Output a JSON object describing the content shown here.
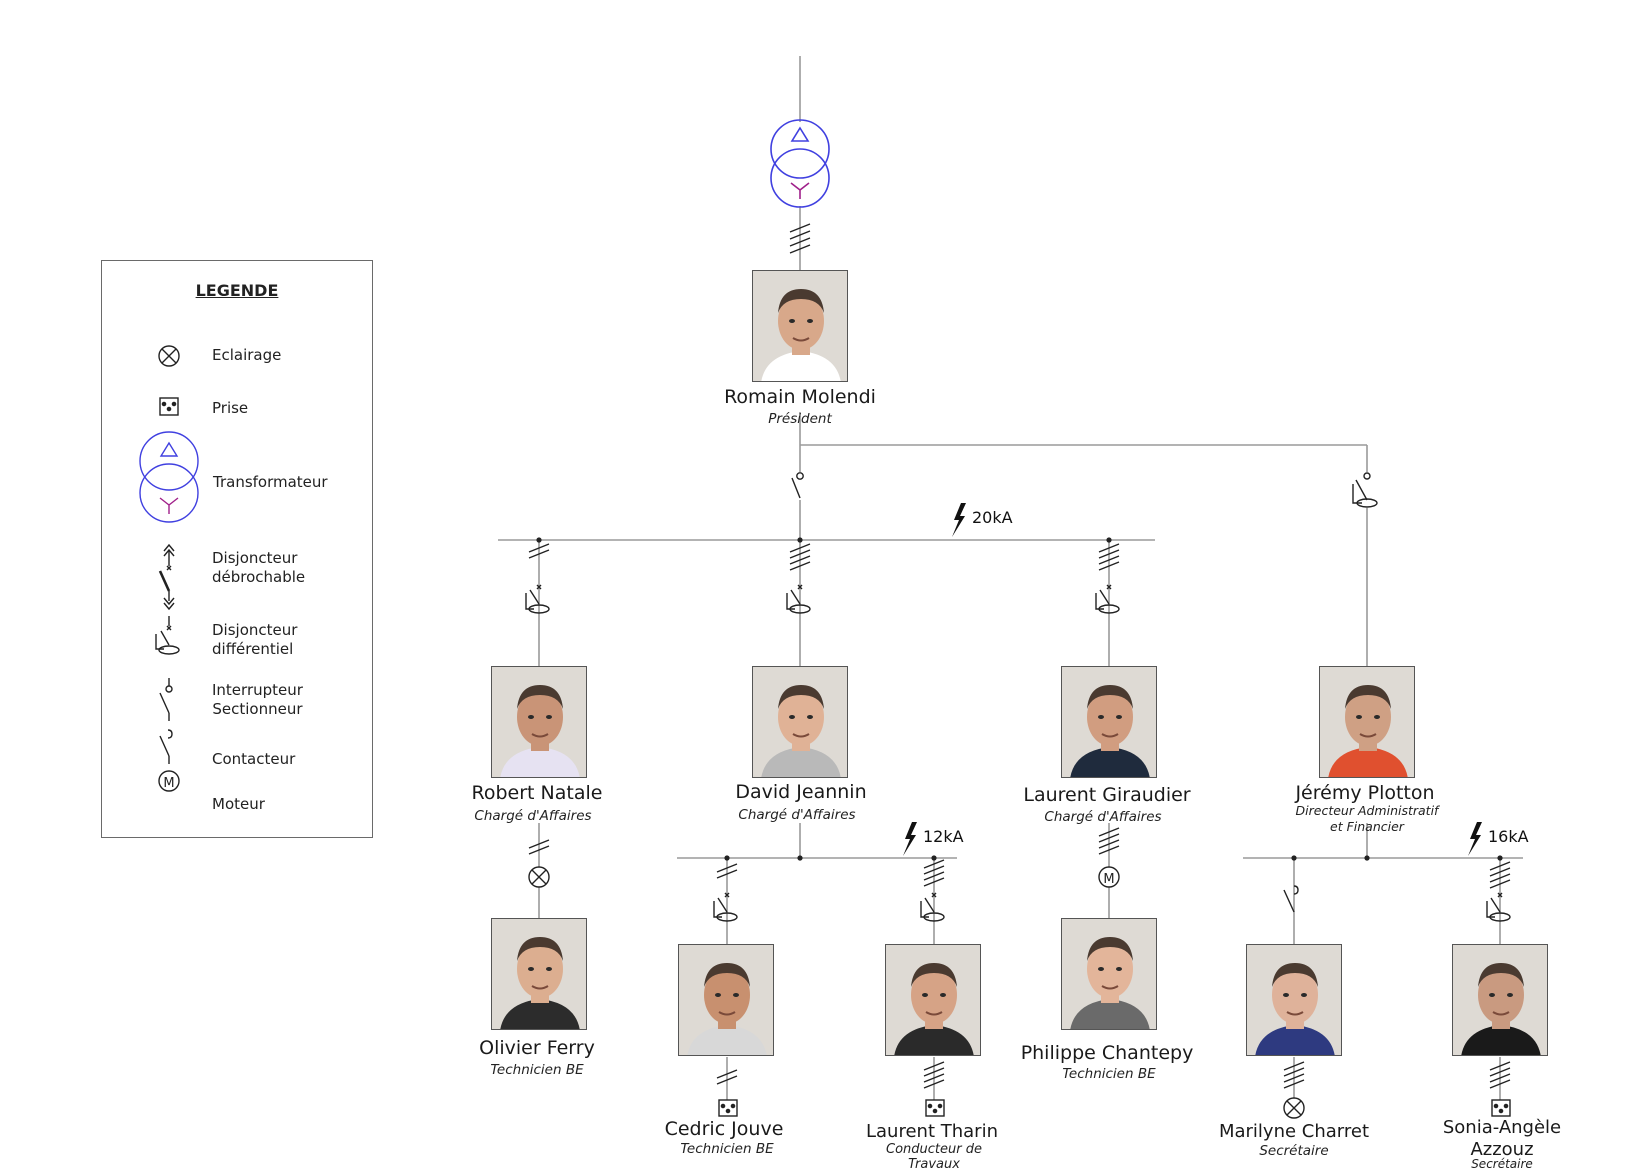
{
  "legend": {
    "title": "LEGENDE",
    "items": [
      {
        "icon": "lamp-icon",
        "label": "Eclairage"
      },
      {
        "icon": "socket-icon",
        "label": "Prise"
      },
      {
        "icon": "transformer-icon",
        "label": "Transformateur"
      },
      {
        "icon": "withdrawable-breaker-icon",
        "label_lines": [
          "Disjoncteur",
          "débrochable"
        ]
      },
      {
        "icon": "differential-breaker-icon",
        "label_lines": [
          "Disjoncteur",
          "différentiel"
        ]
      },
      {
        "icon": "switch-disconnector-icon",
        "label_lines": [
          "Interrupteur",
          "Sectionneur"
        ]
      },
      {
        "icon": "contactor-icon",
        "label": "Contacteur"
      },
      {
        "icon": "motor-icon",
        "label": "Moteur"
      }
    ]
  },
  "fault_levels": {
    "main": "20kA",
    "david_branch": "12kA",
    "jeremy_branch": "16kA"
  },
  "people": {
    "romain": {
      "name": "Romain Molendi",
      "role": "Président"
    },
    "robert": {
      "name": "Robert Natale",
      "role": "Chargé d'Affaires"
    },
    "david": {
      "name": "David Jeannin",
      "role": "Chargé d'Affaires"
    },
    "laurent_g": {
      "name": "Laurent Giraudier",
      "role": "Chargé d'Affaires"
    },
    "jeremy": {
      "name": "Jérémy Plotton",
      "role_lines": [
        "Directeur Administratif",
        "et Financier"
      ]
    },
    "olivier": {
      "name": "Olivier Ferry",
      "role": "Technicien BE"
    },
    "cedric": {
      "name": "Cedric Jouve",
      "role": "Technicien BE"
    },
    "laurent_t": {
      "name": "Laurent Tharin",
      "role_lines": [
        "Conducteur de",
        "Travaux"
      ]
    },
    "philippe": {
      "name": "Philippe Chantepy",
      "role": "Technicien BE"
    },
    "marilyne": {
      "name": "Marilyne Charret",
      "role": "Secrétaire"
    },
    "sonia": {
      "name_lines": [
        "Sonia-Angèle",
        "Azzouz"
      ],
      "role": "Secrétaire"
    }
  },
  "colors": {
    "transformer": "#4040e0",
    "transformer_y": "#a0208a",
    "wire": "#9a9a9a",
    "ink": "#222222"
  }
}
